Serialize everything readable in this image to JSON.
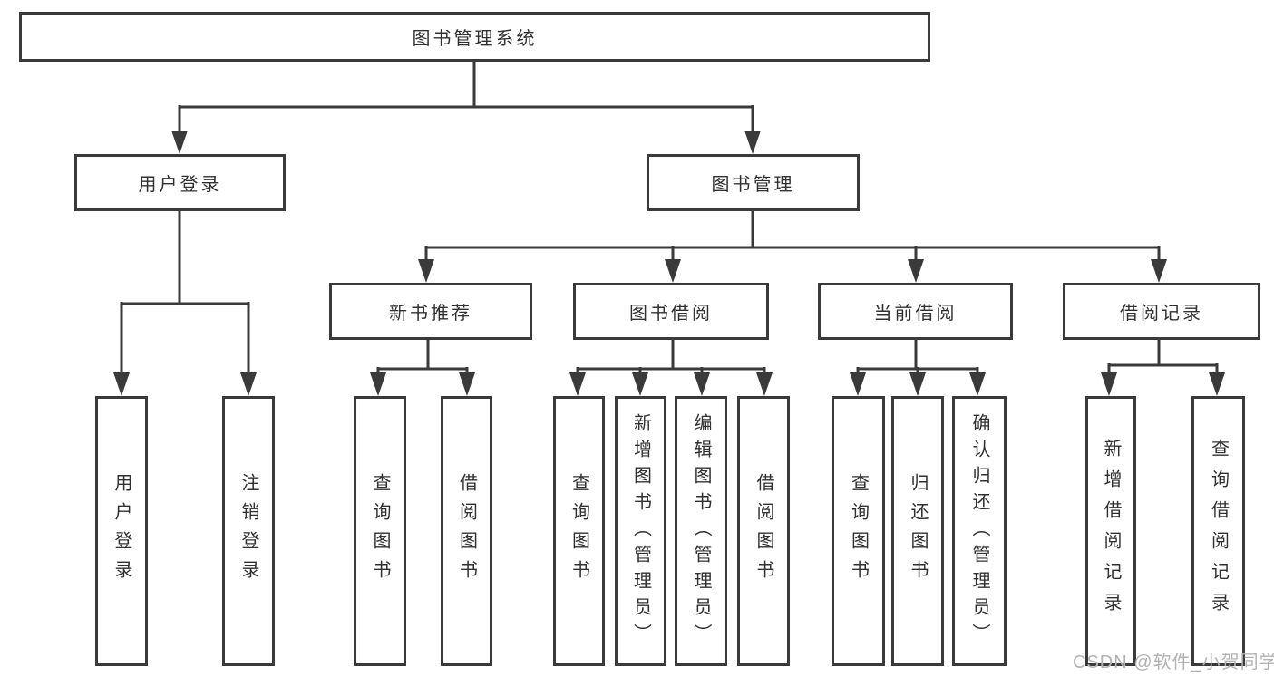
{
  "diagram": {
    "root": {
      "label": "图书管理系统"
    },
    "branches": [
      {
        "label": "用户登录",
        "children": [
          {
            "label": "用户登录"
          },
          {
            "label": "注销登录"
          }
        ]
      },
      {
        "label": "图书管理",
        "children": [
          {
            "label": "新书推荐",
            "children": [
              {
                "label": "查询图书"
              },
              {
                "label": "借阅图书"
              }
            ]
          },
          {
            "label": "图书借阅",
            "children": [
              {
                "label": "查询图书"
              },
              {
                "label": "新增图书（管理员）"
              },
              {
                "label": "编辑图书（管理员）"
              },
              {
                "label": "借阅图书"
              }
            ]
          },
          {
            "label": "当前借阅",
            "children": [
              {
                "label": "查询图书"
              },
              {
                "label": "归还图书"
              },
              {
                "label": "确认归还（管理员）"
              }
            ]
          },
          {
            "label": "借阅记录",
            "children": [
              {
                "label": "新增借阅记录"
              },
              {
                "label": "查询借阅记录"
              }
            ]
          }
        ]
      }
    ]
  },
  "watermark": {
    "text": "CSDN @软件_小贺同学"
  },
  "colors": {
    "line": "#3a3a3a",
    "text": "#303030",
    "watermark": "#b3b3b3",
    "background": "#ffffff"
  }
}
